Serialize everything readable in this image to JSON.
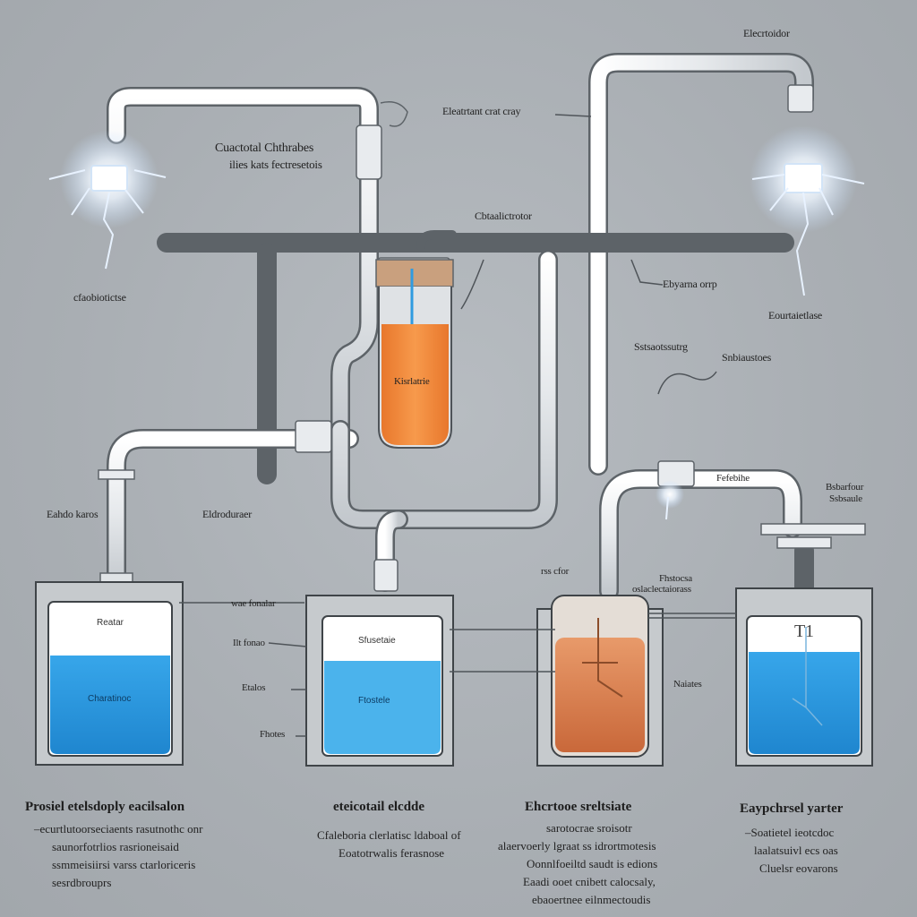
{
  "colors": {
    "background": "#abb0b5",
    "pipe": "#e9ecef",
    "pipe_outline": "#5d6368",
    "water_blue": "#2f9be0",
    "water_light": "#4cb3ec",
    "orange_liquid": "#f08a3a",
    "copper_liquid": "#d77a45",
    "spark": "#ffffff"
  },
  "labels": {
    "top_right": "Elecrtoidor",
    "top_center_1": "Cuactotal Chthrabes",
    "top_center_2": "ilies kats fectresetois",
    "top_right_pipe": "Eleatrtant crat cray",
    "center_top": "Cbtaalictrotor",
    "left_spark": "cfaobiotictse",
    "right_mid_1": "Ebyarna orrp",
    "right_mid_2": "Eourtaietlase",
    "mid_1": "Sstsaotssutrg",
    "mid_2": "Snbiaustoes",
    "orange_tank": "Kisrlatrie",
    "left_pipe": "Eahdo karos",
    "mid_left": "Eldroduraer",
    "right_top_pipe": "Fefebihe",
    "far_right_1": "Bsbarfour",
    "far_right_2": "Ssbsaule",
    "t2_pointer": "wae fonalar",
    "t2_side_1": "Ilt fonao",
    "t2_side_2": "Etalos",
    "t2_side_3": "Fhotes",
    "t3_top_1": "rss cfor",
    "t3_top_2": "Fhstocsa",
    "t3_top_3": "oslaclectaiorass",
    "t3_side": "Naiates",
    "t4_top": "T1"
  },
  "tanks": {
    "t1_upper": "Reatar",
    "t1_lower": "Charatinoc",
    "t2_upper": "Sfusetaie",
    "t2_lower": "Ftostele"
  },
  "captions": {
    "c1": {
      "title": "Prosiel etelsdoply eacilsalon",
      "lines": [
        "–ecurtlutoorseciaents rasutnothc onr",
        "saunorfotrlios rasrioneisaid",
        "ssmmeisiirsi varss ctarloriceris",
        "sesrdbrouprs"
      ]
    },
    "c2": {
      "title": "eteicotail elcdde",
      "lines": [
        "Cfaleboria clerlatisc ldaboal of",
        "Eoatotrwalis ferasnose"
      ]
    },
    "c3": {
      "title": "Ehcrtooe sreltsiate",
      "lines": [
        "sarotocrae sroisotr",
        "alaervoerly lgraat ss idrortmotesis",
        "Oonnlfoeiltd saudt is edions",
        "Eaadi ooet cnibett calocsaly,",
        "ebaoertnee eilnmectoudis"
      ]
    },
    "c4": {
      "title": "Eaypchrsel yarter",
      "lines": [
        "–Soatietel ieotcdoc",
        "laalatsuivl ecs oas",
        "Cluelsr eovarons"
      ]
    }
  }
}
